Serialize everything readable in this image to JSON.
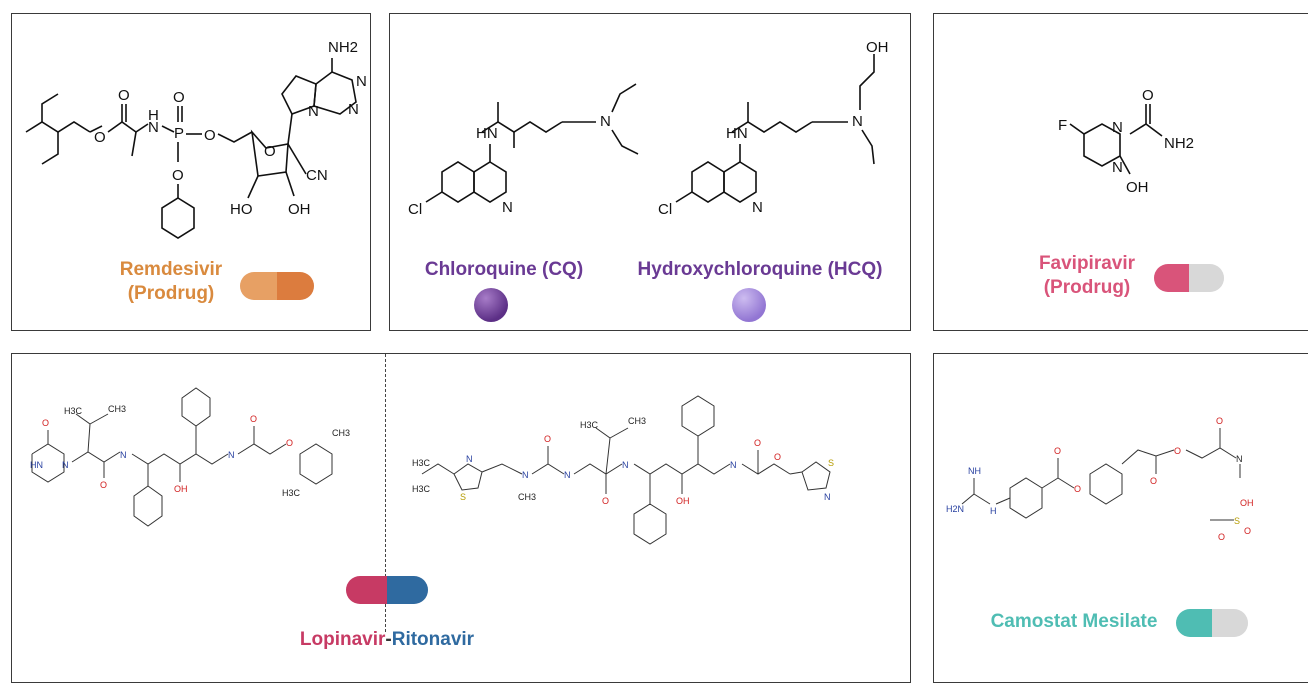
{
  "colors": {
    "remdesivir": "#d98a3e",
    "chloroquine": "#6a3a94",
    "favipiravir": "#d9547a",
    "lopinavir": "#c73a64",
    "ritonavir": "#2f6aa0",
    "camostat": "#4fbdb3",
    "border": "#3a3a3a"
  },
  "drugs": {
    "remdesivir": {
      "name": "Remdesivir",
      "note": "(Prodrug)",
      "dosage_form": "capsule",
      "icon": "capsule-icon"
    },
    "chloroquine": {
      "name": "Chloroquine (CQ)",
      "dosage_form": "pill",
      "icon": "pill-icon"
    },
    "hydroxychloroquine": {
      "name": "Hydroxychloroquine (HCQ)",
      "dosage_form": "pill",
      "icon": "pill-icon"
    },
    "favipiravir": {
      "name": "Favipiravir",
      "note": "(Prodrug)",
      "dosage_form": "capsule",
      "icon": "capsule-icon"
    },
    "lopinavir_ritonavir": {
      "name_a": "Lopinavir",
      "separator": "-",
      "name_b": "Ritonavir",
      "dosage_form": "capsule",
      "icon": "capsule-icon"
    },
    "camostat": {
      "name": "Camostat Mesilate",
      "dosage_form": "capsule",
      "icon": "capsule-icon"
    }
  },
  "atoms": {
    "nh2": "NH2",
    "o": "O",
    "n": "N",
    "hn": "HN",
    "h": "H",
    "p": "P",
    "cl": "Cl",
    "f": "F",
    "oh": "OH",
    "ho": "HO",
    "cn": "CN",
    "nh": "NH",
    "hn_ab": "H2N",
    "s": "S",
    "ch3": "CH3",
    "h3c": "H3C"
  }
}
